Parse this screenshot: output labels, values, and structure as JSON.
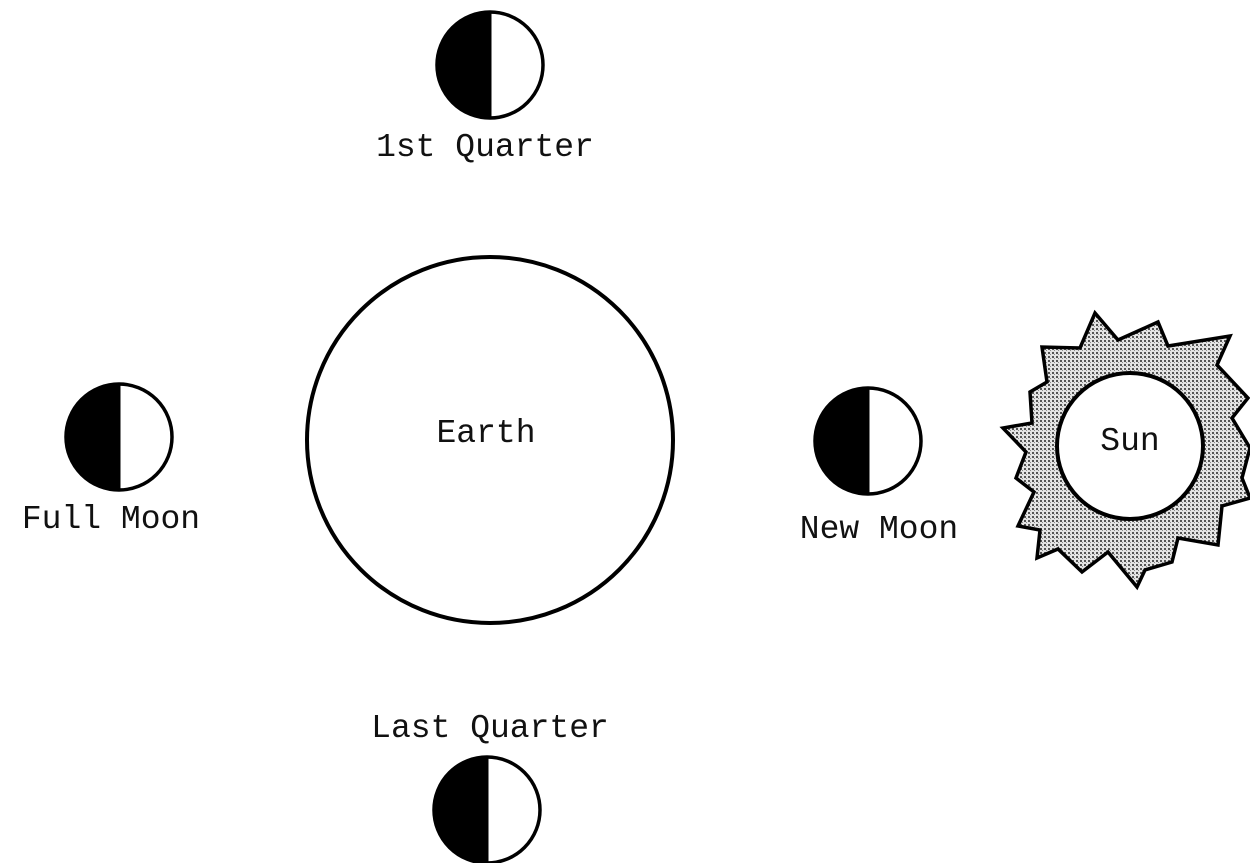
{
  "diagram": {
    "earth_label": "Earth",
    "sun_label": "Sun",
    "moons": {
      "first_quarter": "1st Quarter",
      "full_moon": "Full Moon",
      "new_moon": "New Moon",
      "last_quarter": "Last Quarter"
    }
  },
  "colors": {
    "ink": "#000000",
    "background": "#ffffff",
    "sun_corona": "#9a9a9a"
  }
}
